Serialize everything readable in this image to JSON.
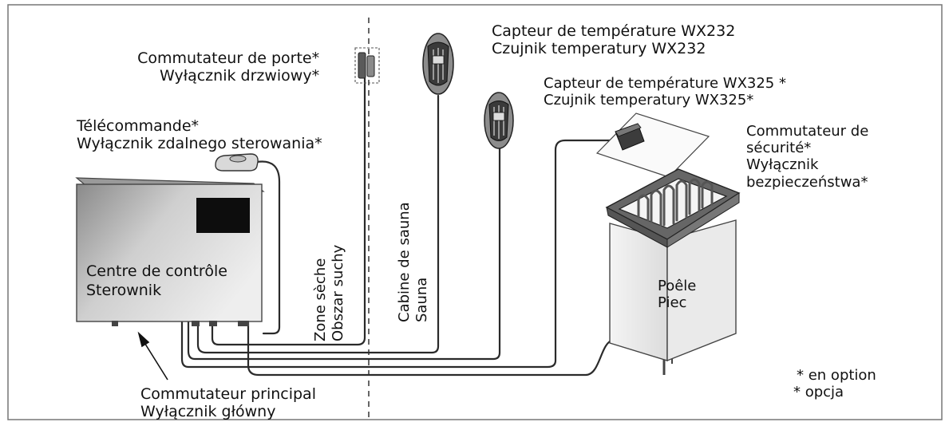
{
  "labels": {
    "door_switch": [
      "Commutateur de porte*",
      "Wyłącznik drzwiowy*"
    ],
    "sensor_wx232": [
      "Capteur de température WX232",
      "Czujnik temperatury WX232"
    ],
    "sensor_wx325": [
      "Capteur de température WX325  *",
      "Czujnik temperatury WX325*"
    ],
    "remote": [
      "Télécommande*",
      "Wyłącznik zdalnego sterowania*"
    ],
    "safety_switch": [
      "Commutateur de",
      "sécurité*",
      "Wyłącznik",
      "bezpieczeństwa*"
    ],
    "control_center": [
      "Centre de contrôle",
      "Sterownik"
    ],
    "dry_zone": [
      "Zone sèche",
      "Obszar suchy"
    ],
    "sauna_cabin": [
      "Cabine de sauna",
      "Sauna"
    ],
    "stove": [
      "Poêle",
      "Piec"
    ],
    "main_switch": [
      "Commutateur principal",
      "Wyłącznik główny"
    ],
    "optional": [
      "* en option",
      "* opcja"
    ]
  },
  "colors": {
    "frame": "#777777",
    "line": "#2a2a2a",
    "unit_dark": "#7a7a7a",
    "unit_light": "#e4e4e4",
    "screen": "#0d0d0d"
  },
  "icons": [
    "door-switch-icon",
    "temperature-sensor-icon",
    "remote-switch-icon",
    "safety-switch-icon",
    "control-unit-icon",
    "sauna-heater-icon"
  ]
}
